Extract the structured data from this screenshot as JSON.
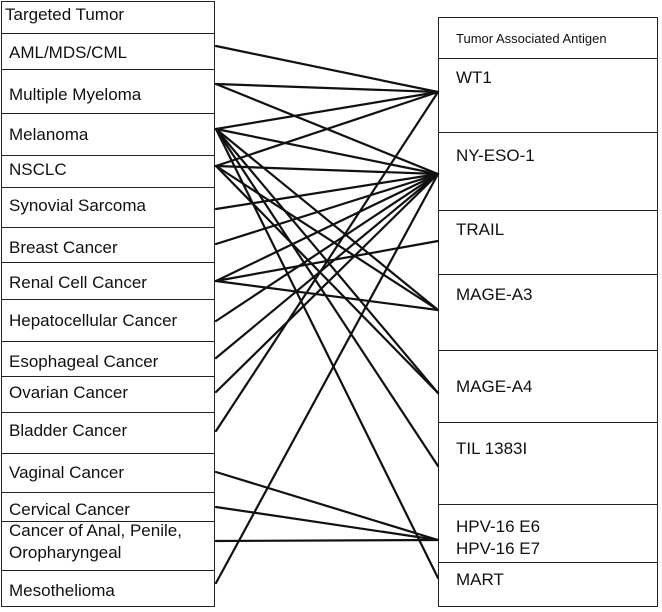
{
  "left_header": "Targeted Tumor",
  "right_header": "Tumor Associated Antigen",
  "tumors": [
    "AML/MDS/CML",
    "Multiple Myeloma",
    "Melanoma",
    "NSCLC",
    "Synovial Sarcoma",
    "Breast Cancer",
    "Renal Cell Cancer",
    "Hepatocellular Cancer",
    "Esophageal Cancer",
    "Ovarian  Cancer",
    "Bladder Cancer",
    "Vaginal Cancer",
    "Cervical  Cancer",
    "Cancer of Anal, Penile,",
    "Oropharyngeal",
    "Mesothelioma"
  ],
  "antigens": [
    "WT1",
    "NY-ESO-1",
    "TRAIL",
    "MAGE-A3",
    "MAGE-A4",
    "TIL 1383I",
    "HPV-16 E6",
    "HPV-16 E7",
    "MART"
  ],
  "links": [
    {
      "from": "AML/MDS/CML",
      "to": "WT1"
    },
    {
      "from": "Multiple Myeloma",
      "to": "WT1"
    },
    {
      "from": "Multiple Myeloma",
      "to": "NY-ESO-1"
    },
    {
      "from": "Melanoma",
      "to": "WT1"
    },
    {
      "from": "Melanoma",
      "to": "NY-ESO-1"
    },
    {
      "from": "Melanoma",
      "to": "MAGE-A3"
    },
    {
      "from": "Melanoma",
      "to": "MAGE-A4"
    },
    {
      "from": "Melanoma",
      "to": "TIL 1383I"
    },
    {
      "from": "Melanoma",
      "to": "MART"
    },
    {
      "from": "NSCLC",
      "to": "WT1"
    },
    {
      "from": "NSCLC",
      "to": "NY-ESO-1"
    },
    {
      "from": "NSCLC",
      "to": "MAGE-A3"
    },
    {
      "from": "NSCLC",
      "to": "MAGE-A4"
    },
    {
      "from": "Synovial Sarcoma",
      "to": "NY-ESO-1"
    },
    {
      "from": "Breast Cancer",
      "to": "NY-ESO-1"
    },
    {
      "from": "Renal Cell Cancer",
      "to": "NY-ESO-1"
    },
    {
      "from": "Renal Cell Cancer",
      "to": "TRAIL"
    },
    {
      "from": "Renal Cell Cancer",
      "to": "MAGE-A3"
    },
    {
      "from": "Hepatocellular Cancer",
      "to": "NY-ESO-1"
    },
    {
      "from": "Esophageal Cancer",
      "to": "NY-ESO-1"
    },
    {
      "from": "Ovarian  Cancer",
      "to": "NY-ESO-1"
    },
    {
      "from": "Bladder Cancer",
      "to": "WT1"
    },
    {
      "from": "Vaginal Cancer",
      "to": "HPV-16 E6"
    },
    {
      "from": "Cervical  Cancer",
      "to": "HPV-16 E6"
    },
    {
      "from": "Cancer of Anal, Penile,",
      "to": "HPV-16 E6"
    },
    {
      "from": "Mesothelioma",
      "to": "NY-ESO-1"
    }
  ]
}
